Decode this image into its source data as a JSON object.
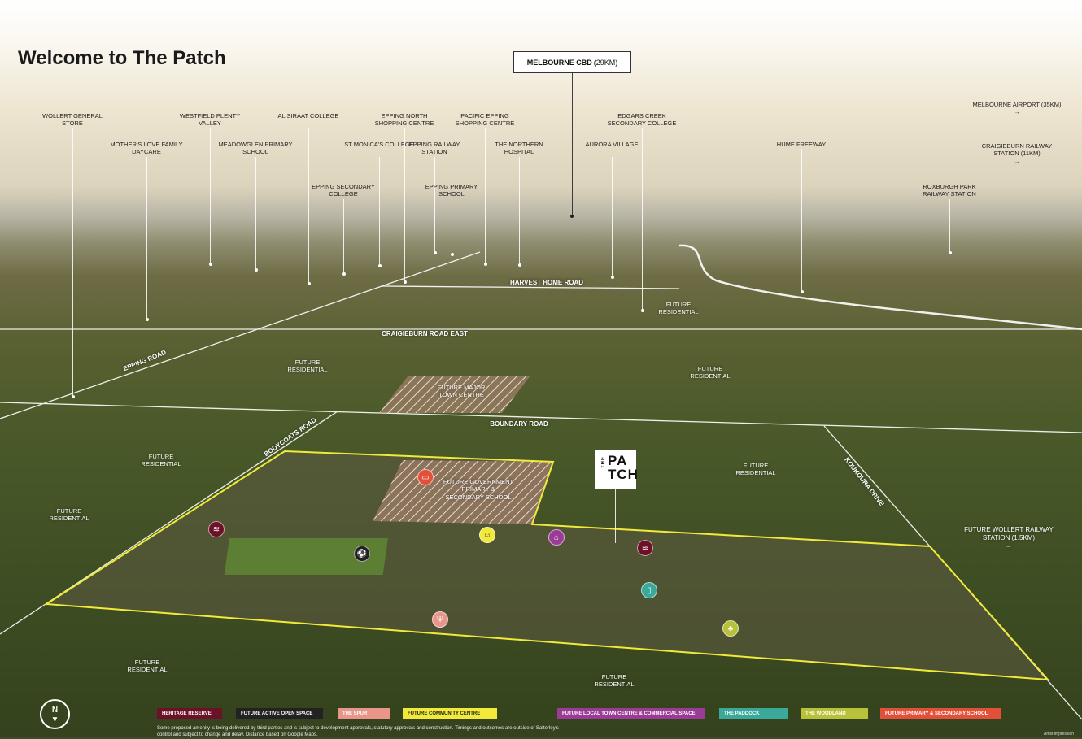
{
  "title": "Welcome to The Patch",
  "cbd": {
    "label": "MELBOURNE CBD",
    "distance": "(29KM)"
  },
  "landmarks": [
    "WOLLERT GENERAL STORE",
    "MOTHER'S LOVE FAMILY DAYCARE",
    "WESTFIELD PLENTY VALLEY",
    "MEADOWGLEN PRIMARY SCHOOL",
    "AL SIRAAT COLLEGE",
    "EPPING SECONDARY COLLEGE",
    "ST MONICA'S COLLEGE",
    "EPPING NORTH SHOPPING CENTRE",
    "EPPING RAILWAY STATION",
    "EPPING PRIMARY SCHOOL",
    "PACIFIC EPPING SHOPPING CENTRE",
    "THE NORTHERN HOSPITAL",
    "AURORA VILLAGE",
    "EDGARS CREEK SECONDARY COLLEGE",
    "HUME FREEWAY",
    "ROXBURGH PARK RAILWAY STATION"
  ],
  "directions": [
    {
      "label": "MELBOURNE AIRPORT (35KM)",
      "arrow": "→"
    },
    {
      "label": "CRAIGIEBURN RAILWAY STATION (11KM)",
      "arrow": "→"
    },
    {
      "label": "FUTURE WOLLERT RAILWAY STATION (1.5KM)",
      "arrow": "→"
    }
  ],
  "roads": [
    "HARVEST HOME ROAD",
    "CRAIGIEBURN ROAD EAST",
    "EPPING ROAD",
    "BOUNDARY ROAD",
    "BODYCOATS ROAD",
    "KOUKOURA DRIVE"
  ],
  "areas": {
    "future_residential": "FUTURE RESIDENTIAL",
    "major_town_centre": "FUTURE MAJOR TOWN CENTRE",
    "gov_school": "FUTURE GOVERNMENT PRIMARY & SECONDARY SCHOOL"
  },
  "logo": {
    "the": "THE",
    "pa": "PA",
    "tch": "TCH"
  },
  "compass": "N",
  "legend": [
    {
      "label": "HERITAGE RESERVE",
      "color": "#6b1128"
    },
    {
      "label": "FUTURE ACTIVE OPEN SPACE",
      "color": "#222222"
    },
    {
      "label": "THE SPUR",
      "color": "#e8958a"
    },
    {
      "label": "FUTURE COMMUNITY CENTRE",
      "color": "#f2ea3a"
    },
    {
      "label": "FUTURE LOCAL TOWN CENTRE & COMMERCIAL SPACE",
      "color": "#9a3b96"
    },
    {
      "label": "THE PADDOCK",
      "color": "#3aa99a"
    },
    {
      "label": "THE WOODLAND",
      "color": "#b8c13a"
    },
    {
      "label": "FUTURE PRIMARY & SECONDARY SCHOOL",
      "color": "#e2503a"
    }
  ],
  "footnote": "Some proposed amenity is being delivered by third parties and is subject to development approvals, statutory approvals and construction. Timings and outcomes are outside of Satterley's control and subject to change and delay. Distance based on Google Maps.",
  "artist": "Artist impression"
}
